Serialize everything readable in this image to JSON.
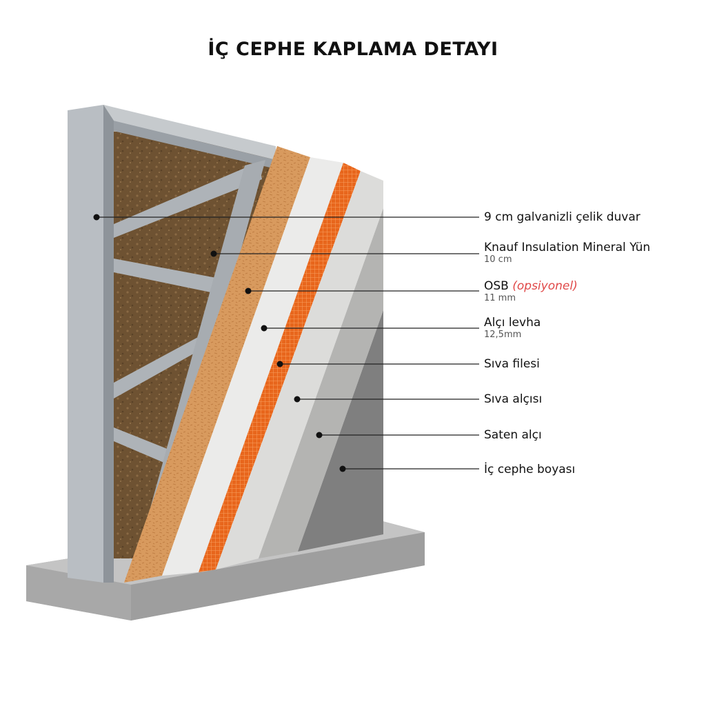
{
  "title": "İÇ CEPHE KAPLAMA DETAYI",
  "colors": {
    "steel": "#b9bec3",
    "steel_dark": "#8e949a",
    "insulation": "#6e5232",
    "osb": "#d89a5e",
    "gypsum_board": "#ebebea",
    "mesh": "#e8661c",
    "plaster": "#dcdcda",
    "satin": "#b4b4b2",
    "paint": "#7f7f7f",
    "base": "#a2a2a2",
    "accent_optional": "#e04848"
  },
  "layers": [
    {
      "label": "9 cm galvanizli çelik duvar",
      "sub": ""
    },
    {
      "label": "Knauf Insulation Mineral Yün",
      "sub": "10 cm"
    },
    {
      "label": "OSB",
      "optional": "(opsiyonel)",
      "sub": "11 mm"
    },
    {
      "label": "Alçı levha",
      "sub": "12,5mm"
    },
    {
      "label": "Sıva filesi",
      "sub": ""
    },
    {
      "label": "Sıva alçısı",
      "sub": ""
    },
    {
      "label": "Saten alçı",
      "sub": ""
    },
    {
      "label": "İç cephe boyası",
      "sub": ""
    }
  ]
}
